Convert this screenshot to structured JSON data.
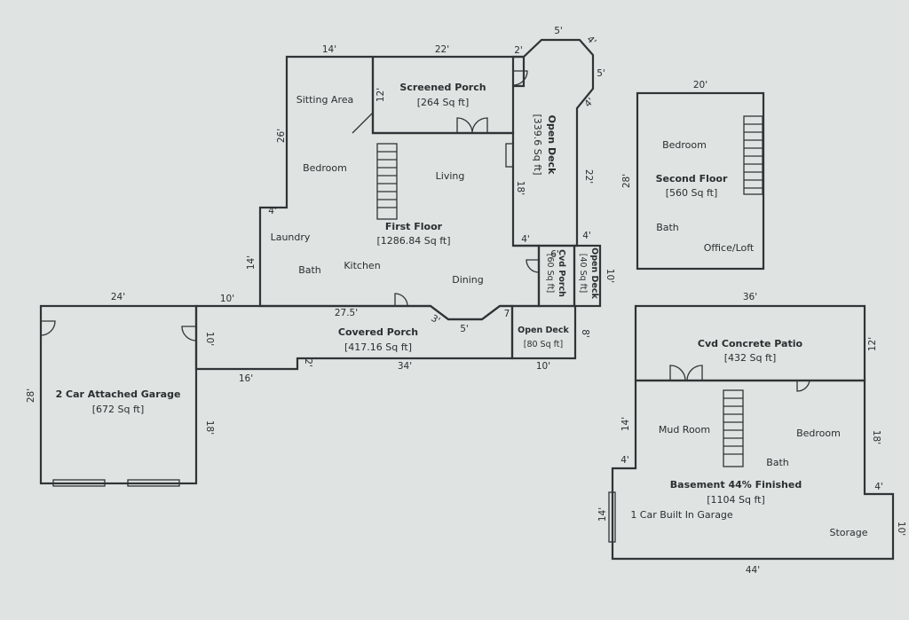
{
  "main_house": {
    "first_floor": {
      "name": "First Floor",
      "area": "[1286.84 Sq ft]"
    },
    "screened_porch": {
      "name": "Screened Porch",
      "area": "[264 Sq ft]"
    },
    "open_deck_side": {
      "name": "Open Deck",
      "area": "[339.6 Sq ft]"
    },
    "cvd_porch": {
      "name": "Cvd Porch",
      "area": "[60 Sq ft]"
    },
    "open_deck_small": {
      "name": "Open Deck",
      "area": "[40 Sq ft]"
    },
    "covered_porch": {
      "name": "Covered Porch",
      "area": "[417.16 Sq ft]"
    },
    "open_deck_front": {
      "name": "Open Deck",
      "area": "[80 Sq ft]"
    },
    "rooms": {
      "sitting_area": "Sitting Area",
      "bedroom": "Bedroom",
      "living": "Living",
      "laundry": "Laundry",
      "bath": "Bath",
      "kitchen": "Kitchen",
      "dining": "Dining"
    },
    "dims": {
      "top_left": "14'",
      "top_mid": "22'",
      "top_right": "2'",
      "deck_top": "5'",
      "deck_diag1": "4'",
      "deck_side": "5'",
      "deck_diag2": "4'",
      "porch_height": "12'",
      "left_wall": "26'",
      "step_left": "4'",
      "lower_left": "14'",
      "deck_width": "18'",
      "deck_len": "22'",
      "deck_step": "4'",
      "deck_step2": "4'",
      "cvd_porch_w": "6'",
      "small_deck": "10'",
      "top_garage": "24'",
      "top_porch_left": "10'",
      "porch_front": "27.5'",
      "bay_diag": "3'",
      "bay_mid": "5'",
      "bay_right": "7",
      "front_deck_h": "8'",
      "porch_depth": "10'",
      "porch_step": "2'",
      "porch_bottom": "34'",
      "deck_bottom": "10'",
      "porch_left_bottom": "16'"
    }
  },
  "garage": {
    "name": "2 Car Attached Garage",
    "area": "[672 Sq ft]",
    "dim_left": "28'",
    "dim_right": "18'"
  },
  "second_floor": {
    "name": "Second Floor",
    "area": "[560 Sq ft]",
    "bedroom": "Bedroom",
    "bath": "Bath",
    "office": "Office/Loft",
    "dim_top": "20'",
    "dim_left": "28'"
  },
  "basement": {
    "patio_name": "Cvd Concrete Patio",
    "patio_area": "[432 Sq ft]",
    "name": "Basement 44% Finished",
    "area": "[1104 Sq ft]",
    "mud_room": "Mud Room",
    "bedroom": "Bedroom",
    "bath": "Bath",
    "garage": "1 Car Built In Garage",
    "storage": "Storage",
    "dims": {
      "top": "36'",
      "patio_right": "12'",
      "left_upper": "14'",
      "step_left": "4'",
      "left_lower": "14'",
      "right_mid": "18'",
      "step_right": "4'",
      "right_lower": "10'",
      "bottom": "44'"
    }
  }
}
